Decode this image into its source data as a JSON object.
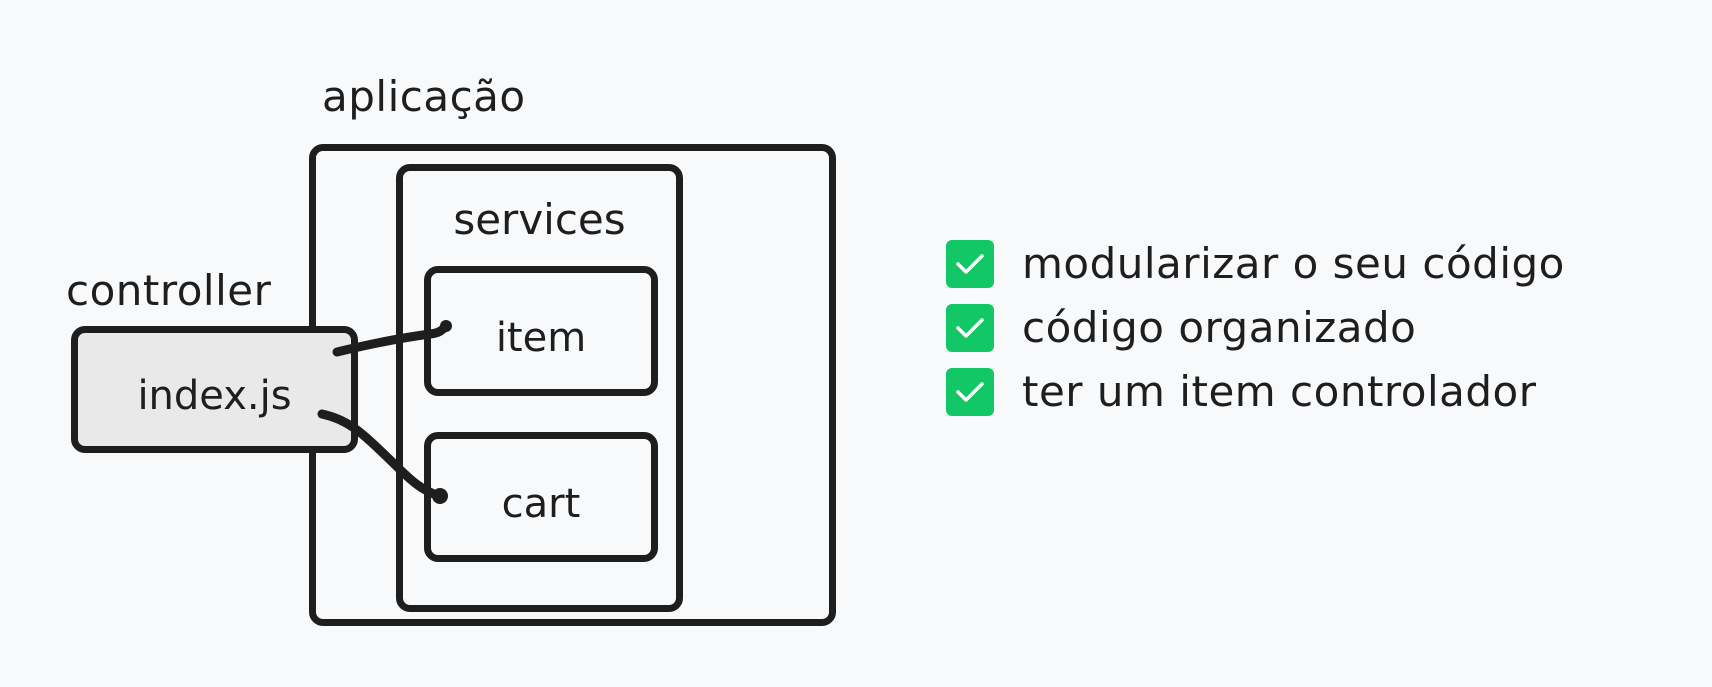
{
  "colors": {
    "stroke": "#1e1e1e",
    "background": "#f8f9fb",
    "controller_fill": "#e9e9e9",
    "check_green": "#12c765",
    "check_mark": "#ffffff"
  },
  "diagram": {
    "app_label": "aplicação",
    "services_label": "services",
    "controller_label": "controller",
    "controller_file": "index.js",
    "service_item": "item",
    "service_cart": "cart"
  },
  "checklist": {
    "items": [
      {
        "icon": "checkbox-checked-icon",
        "text": "modularizar o seu código"
      },
      {
        "icon": "checkbox-checked-icon",
        "text": "código organizado"
      },
      {
        "icon": "checkbox-checked-icon",
        "text": "ter um item controlador"
      }
    ]
  }
}
